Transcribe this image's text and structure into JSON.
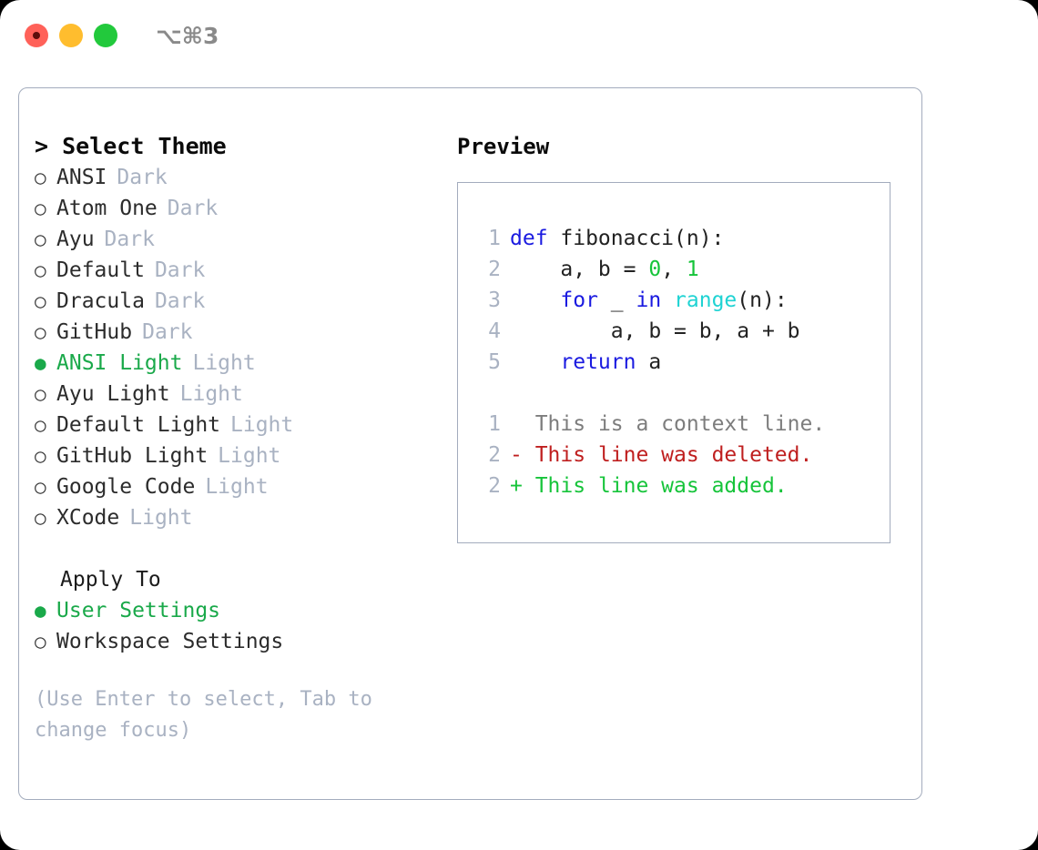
{
  "window": {
    "traffic_lights": [
      "close",
      "minimize",
      "maximize"
    ],
    "shortcut": "⌥⌘3"
  },
  "theme_selector": {
    "heading": "> Select Theme",
    "bullet_off": "○",
    "bullet_on": "●",
    "items": [
      {
        "name": "ANSI",
        "kind": "Dark",
        "selected": false
      },
      {
        "name": "Atom One",
        "kind": "Dark",
        "selected": false
      },
      {
        "name": "Ayu",
        "kind": "Dark",
        "selected": false
      },
      {
        "name": "Default",
        "kind": "Dark",
        "selected": false
      },
      {
        "name": "Dracula",
        "kind": "Dark",
        "selected": false
      },
      {
        "name": "GitHub",
        "kind": "Dark",
        "selected": false
      },
      {
        "name": "ANSI Light",
        "kind": "Light",
        "selected": true
      },
      {
        "name": "Ayu Light",
        "kind": "Light",
        "selected": false
      },
      {
        "name": "Default Light",
        "kind": "Light",
        "selected": false
      },
      {
        "name": "GitHub Light",
        "kind": "Light",
        "selected": false
      },
      {
        "name": "Google Code",
        "kind": "Light",
        "selected": false
      },
      {
        "name": "XCode",
        "kind": "Light",
        "selected": false
      }
    ]
  },
  "apply_to": {
    "heading": "Apply To",
    "options": [
      {
        "label": "User Settings",
        "selected": true
      },
      {
        "label": "Workspace Settings",
        "selected": false
      }
    ]
  },
  "hint": "(Use Enter to select, Tab to change focus)",
  "preview": {
    "title": "Preview",
    "code_lines": [
      {
        "no": "1",
        "tokens": [
          {
            "t": "def ",
            "c": "kw"
          },
          {
            "t": "fibonacci(n):",
            "c": "plain"
          }
        ]
      },
      {
        "no": "2",
        "tokens": [
          {
            "t": "    a, b = ",
            "c": "plain"
          },
          {
            "t": "0",
            "c": "num"
          },
          {
            "t": ", ",
            "c": "plain"
          },
          {
            "t": "1",
            "c": "num"
          }
        ]
      },
      {
        "no": "3",
        "tokens": [
          {
            "t": "    ",
            "c": "plain"
          },
          {
            "t": "for",
            "c": "kw"
          },
          {
            "t": " _ ",
            "c": "plain"
          },
          {
            "t": "in",
            "c": "kw"
          },
          {
            "t": " ",
            "c": "plain"
          },
          {
            "t": "range",
            "c": "fn"
          },
          {
            "t": "(n):",
            "c": "plain"
          }
        ]
      },
      {
        "no": "4",
        "tokens": [
          {
            "t": "        a, b = b, a + b",
            "c": "plain"
          }
        ]
      },
      {
        "no": "5",
        "tokens": [
          {
            "t": "    ",
            "c": "plain"
          },
          {
            "t": "return",
            "c": "kw"
          },
          {
            "t": " a",
            "c": "plain"
          }
        ]
      }
    ],
    "diff_lines": [
      {
        "no": "1",
        "marker": " ",
        "text": " This is a context line.",
        "kind": "ctx"
      },
      {
        "no": "2",
        "marker": "-",
        "text": " This line was deleted.",
        "kind": "del"
      },
      {
        "no": "2",
        "marker": "+",
        "text": " This line was added.",
        "kind": "add"
      }
    ]
  },
  "colors": {
    "accent_green": "#1aa94a",
    "muted": "#a9b2c2",
    "border": "#a3acbd",
    "keyword_blue": "#1a1ae0",
    "function_cyan": "#1fd3d3",
    "number_green": "#16c43a",
    "diff_deleted": "#bf1f1f",
    "diff_added": "#16c43a",
    "diff_context": "#7d7d7d"
  }
}
